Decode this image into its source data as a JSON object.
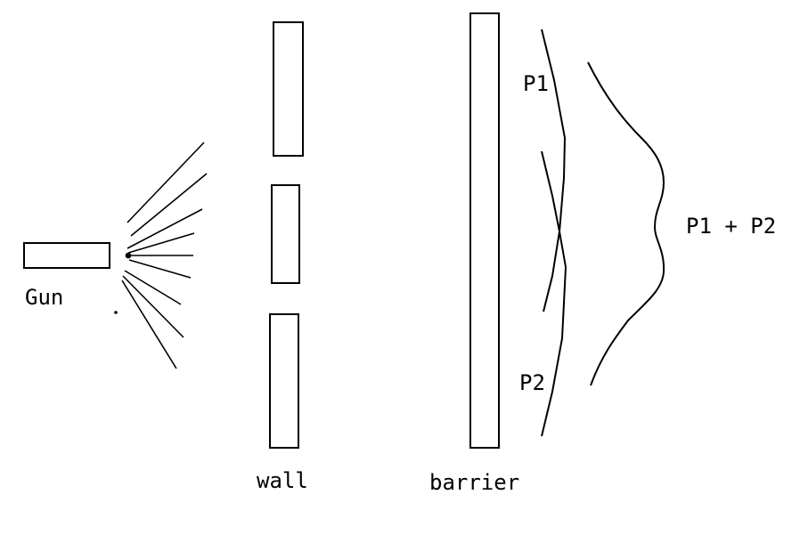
{
  "labels": {
    "gun": "Gun",
    "wall": "wall",
    "barrier": "barrier",
    "p1": "P1",
    "p2": "P2",
    "sum": "P1 + P2"
  },
  "colors": {
    "stroke": "#000000",
    "background": "#ffffff"
  }
}
